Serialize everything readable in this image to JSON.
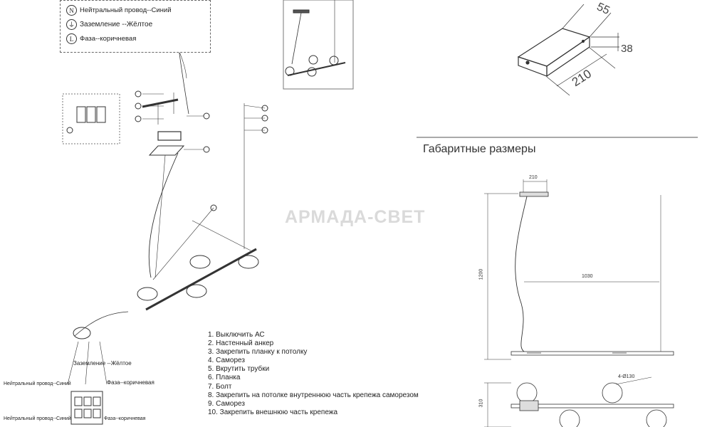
{
  "legend": {
    "neutral": {
      "symbol": "N",
      "text": "Нейтральный провод--Синий"
    },
    "ground": {
      "symbol": "⏚",
      "text": "Заземление --Жёлтое"
    },
    "phase": {
      "symbol": "L",
      "text": "Фаза--коричневая"
    }
  },
  "bottom_labels": {
    "ground": "Заземление --Жёлтое",
    "neutral_1": "Нейтральный провод--Синий",
    "phase": "Фаза--коричневая",
    "neutral_2": "Нейтральный провод--Синий",
    "phase_2": "Фаза--коричневая"
  },
  "steps": [
    "1. Выключить АС",
    "2. Настенный анкер",
    "3. Закрепить планку к потолку",
    "4. Саморез",
    "5. Вкрутить трубки",
    "6. Планка",
    "7. Болт",
    "8. Закрепить на потолке внутреннюю часть крепежа саморезом",
    "9. Саморез",
    "10. Закрепить внешнюю часть крепежа"
  ],
  "watermark": "АРМАДА-СВЕТ",
  "section_title": "Габаритные размеры",
  "box_dims": {
    "depth": "55",
    "height": "38",
    "length": "210"
  },
  "drawing_dims": {
    "canopy": "210",
    "height": "1200",
    "length": "1030",
    "rings": "4-Ø130",
    "width": "310"
  },
  "colors": {
    "line": "#333333",
    "accent": "#555555",
    "watermark": "#969696"
  }
}
